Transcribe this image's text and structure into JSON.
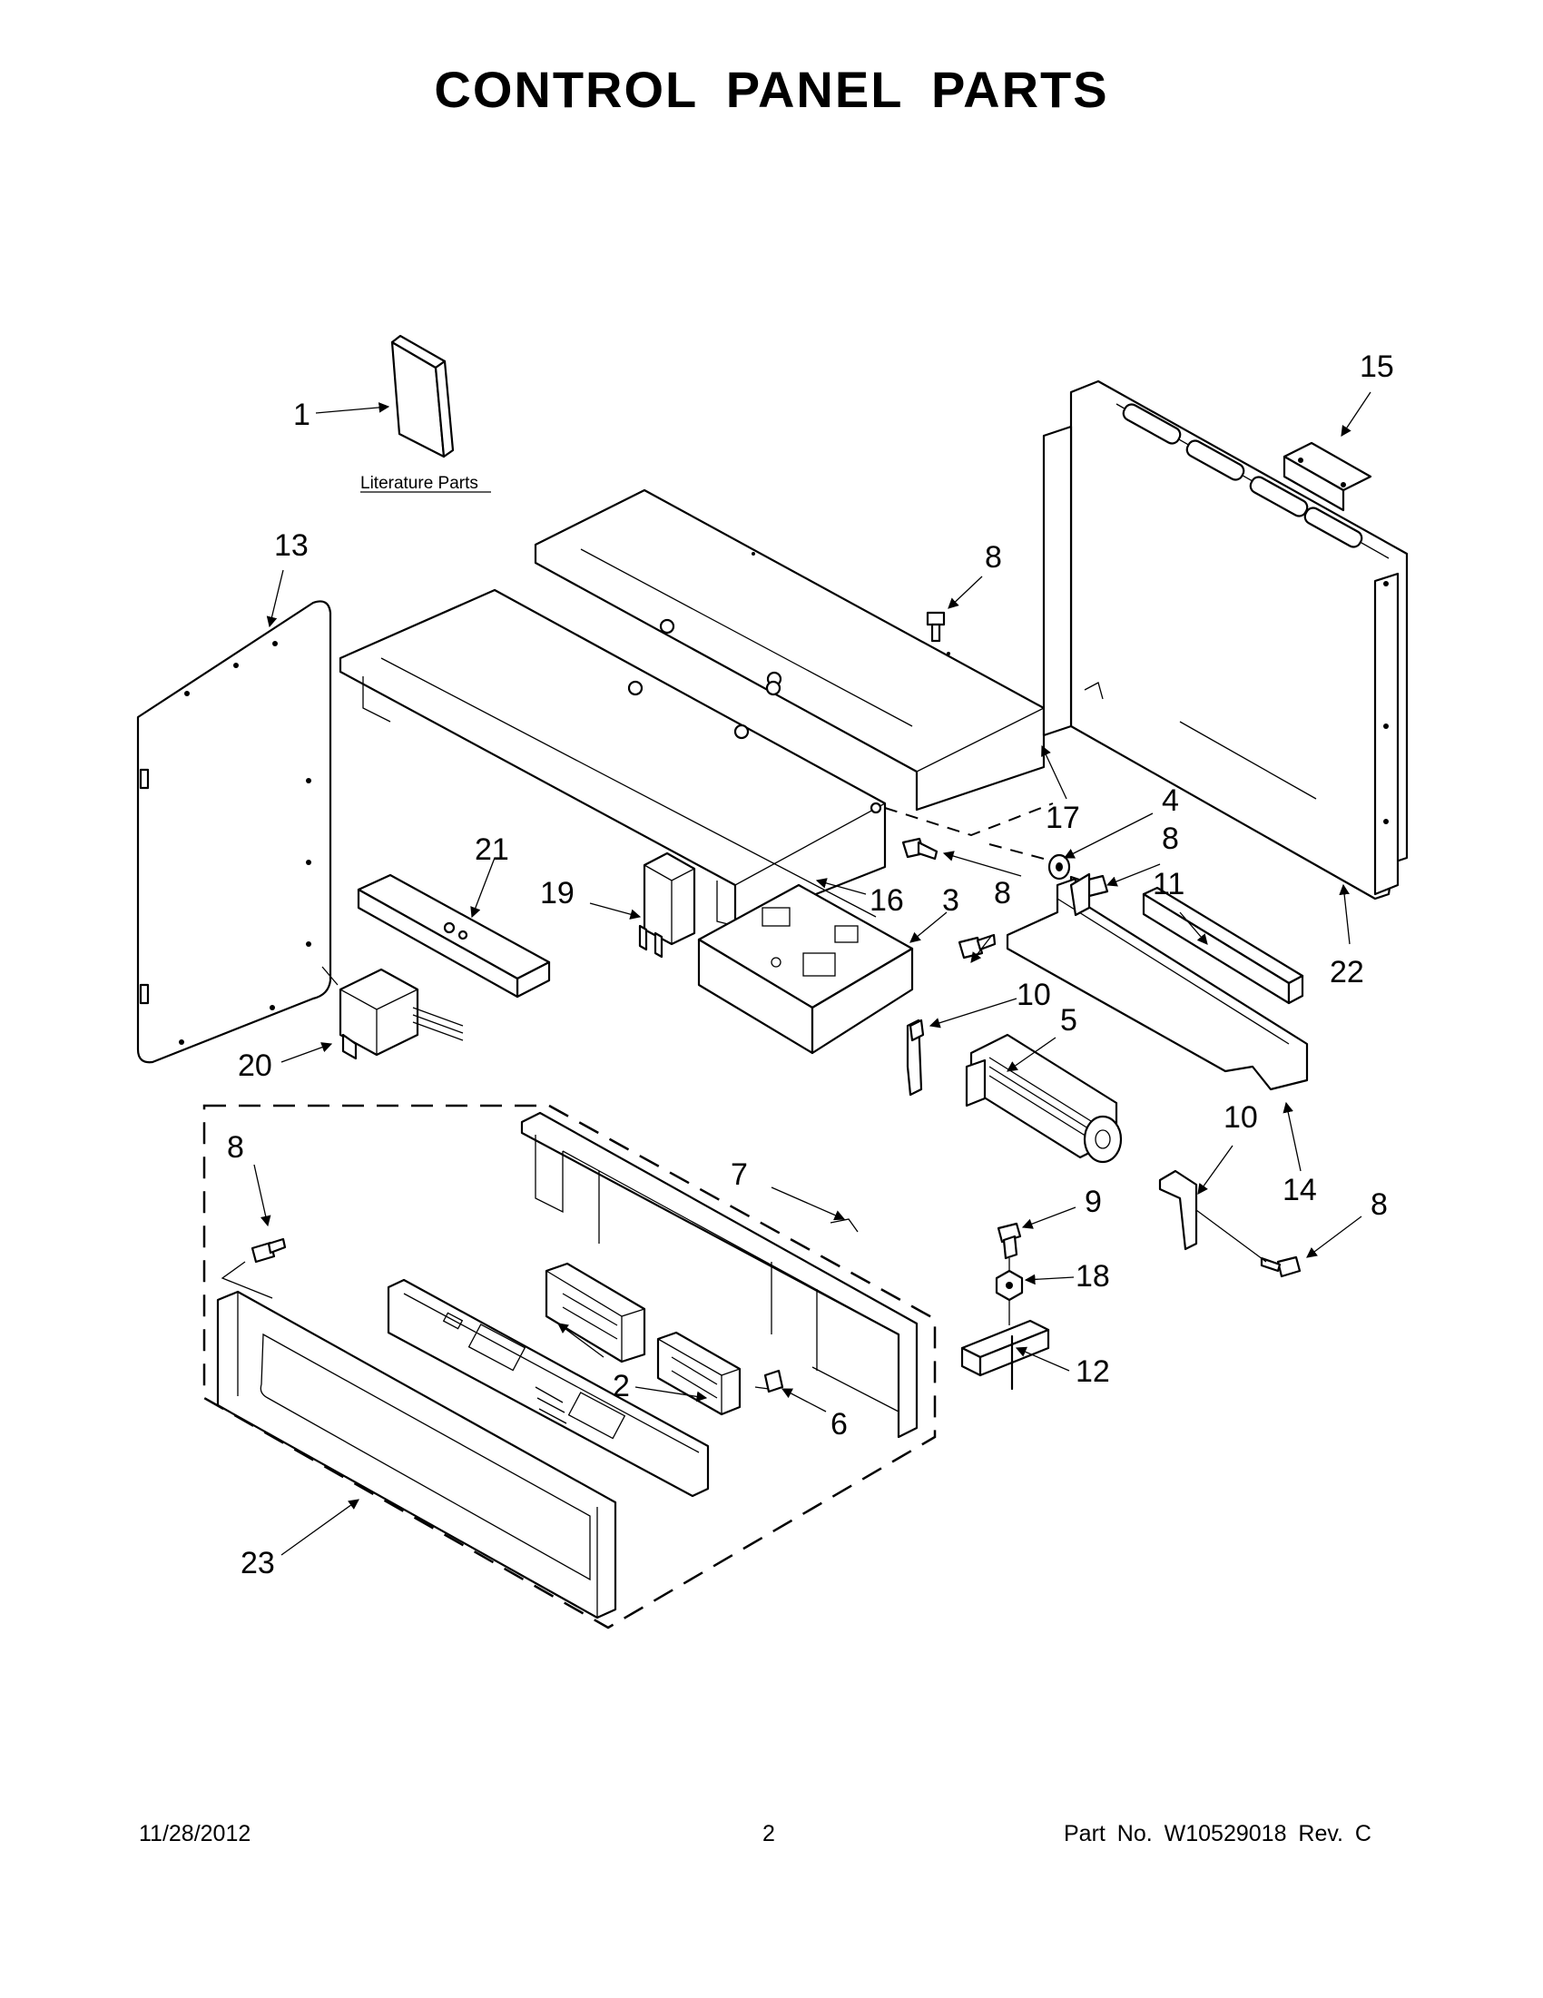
{
  "title": "CONTROL PANEL PARTS",
  "literature_label": "Literature Parts",
  "callouts": {
    "c1": "1",
    "c2": "2",
    "c3": "3",
    "c4": "4",
    "c5": "5",
    "c6": "6",
    "c7": "7",
    "c8": "8",
    "c9": "9",
    "c10": "10",
    "c11": "11",
    "c12": "12",
    "c13": "13",
    "c14": "14",
    "c15": "15",
    "c16": "16",
    "c17": "17",
    "c18": "18",
    "c19": "19",
    "c20": "20",
    "c21": "21",
    "c22": "22",
    "c23": "23"
  },
  "footer": {
    "date": "11/28/2012",
    "page": "2",
    "part_no": "Part No.  W10529018  Rev.  C"
  }
}
